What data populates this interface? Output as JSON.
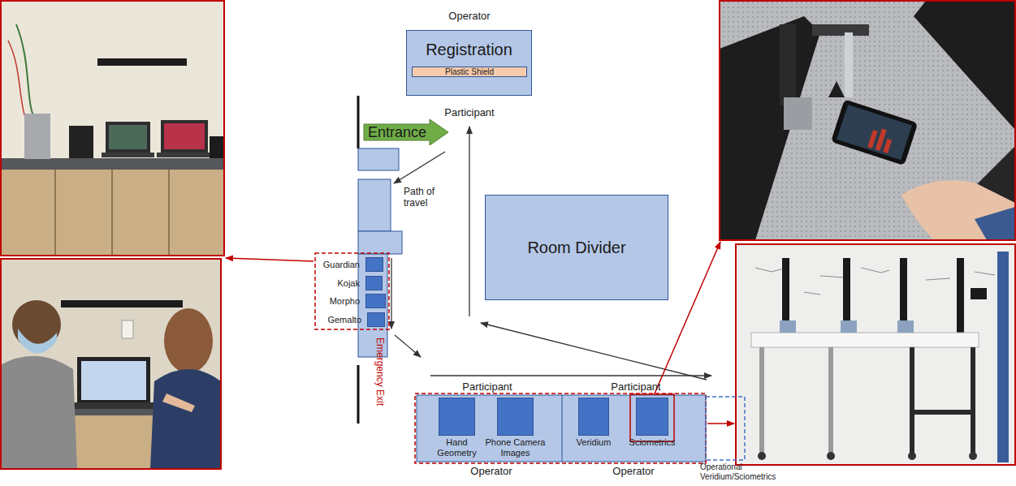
{
  "diagram": {
    "nodes": [
      {
        "text": [
          "Registration"
        ]
      },
      {
        "text": [
          "Plastic Shield"
        ],
        "in": 0
      },
      {
        "text": [
          "Entrance"
        ]
      },
      {
        "text": [
          "Room Divider"
        ]
      },
      {
        "text": [
          "Guardian"
        ]
      },
      {
        "text": [
          "Kojak"
        ]
      },
      {
        "text": [
          "Morpho"
        ]
      },
      {
        "text": [
          "Gemalto"
        ]
      },
      {
        "text": [
          "Hand Geometry"
        ]
      },
      {
        "text": [
          "Phone Camera Images"
        ]
      },
      {
        "text": [
          "Veridium"
        ]
      },
      {
        "text": [
          "Sciometrics"
        ]
      }
    ],
    "labels": [
      "Operator",
      "Participant",
      "Path of travel",
      "Participant",
      "Participant",
      "Operator",
      "Operator",
      "Operational Veridium/Sciometrics",
      "Emergency Exit"
    ]
  }
}
